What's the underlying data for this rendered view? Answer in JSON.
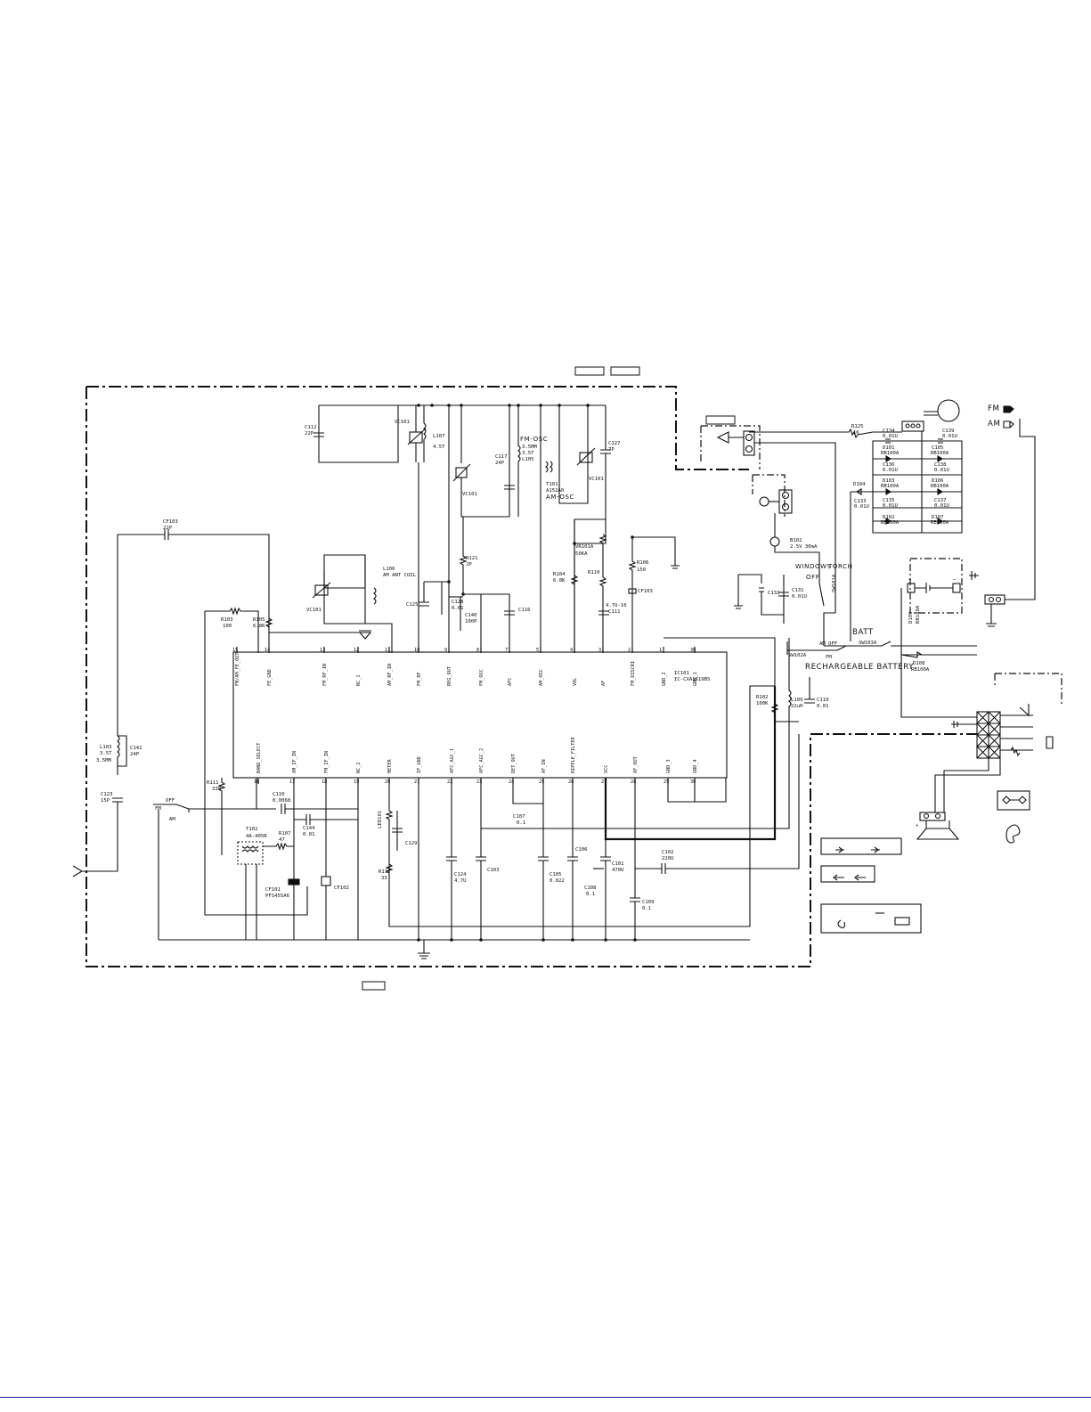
{
  "ic": {
    "name": "IC101",
    "part": "IC-CXA1619BS",
    "pins_top": [
      {
        "n": "15",
        "name": "FM/AM_FE_OUT"
      },
      {
        "n": "14",
        "name": "FE_GND"
      },
      {
        "n": "13",
        "name": "FM_RF_IN"
      },
      {
        "n": "12",
        "name": "NC_1"
      },
      {
        "n": "11",
        "name": "AM_RF_IN"
      },
      {
        "n": "10",
        "name": "FM_RF"
      },
      {
        "n": "9",
        "name": "REG_OUT"
      },
      {
        "n": "8",
        "name": "FM_OSC"
      },
      {
        "n": "7",
        "name": "AFC"
      },
      {
        "n": "5",
        "name": "AM_OSC"
      },
      {
        "n": "4",
        "name": "VOL"
      },
      {
        "n": "3",
        "name": "AF"
      },
      {
        "n": "2",
        "name": "FM_DISCRI"
      },
      {
        "n": "1",
        "name": "GND_2"
      },
      {
        "n": "30",
        "name": "GND_1"
      }
    ],
    "pins_bottom": [
      {
        "n": "16",
        "name": "BAND_SELECT"
      },
      {
        "n": "17",
        "name": "AM_IF_IN"
      },
      {
        "n": "18",
        "name": "FM_IF_IN"
      },
      {
        "n": "19",
        "name": "NC_2"
      },
      {
        "n": "20",
        "name": "METER"
      },
      {
        "n": "21",
        "name": "IF_GND"
      },
      {
        "n": "22",
        "name": "AFC_AGC_1"
      },
      {
        "n": "23",
        "name": "AFC_AGC_2"
      },
      {
        "n": "24",
        "name": "DET_OUT"
      },
      {
        "n": "25",
        "name": "AF_IN"
      },
      {
        "n": "26",
        "name": "RIPPLE_FILTER"
      },
      {
        "n": "27",
        "name": "VCC"
      },
      {
        "n": "28",
        "name": "AF_OUT"
      },
      {
        "n": "29",
        "name": "GND_3"
      },
      {
        "n": "30",
        "name": "GND_4"
      }
    ]
  },
  "labels": {
    "c112": [
      "C112",
      "22P"
    ],
    "vc101a": "VC101",
    "l107": [
      "L107",
      "4.5T"
    ],
    "c117": [
      "C117",
      "24P"
    ],
    "vc101b": "VC101",
    "fmosc": [
      "FM-OSC",
      "3.5MM",
      "3.5T",
      "L105"
    ],
    "t101": [
      "T101",
      "A152A0",
      "AM-OSC"
    ],
    "c127": [
      "C127",
      "7P"
    ],
    "vc101c": "VC101",
    "cf103": [
      "CF103",
      "22P"
    ],
    "l106": [
      "L106",
      "AM ANT COIL"
    ],
    "vc101d": "VC101",
    "r121": [
      "R121",
      "JP"
    ],
    "c125": "C125",
    "c128": [
      "C128",
      "0.01"
    ],
    "c140": [
      "C140",
      "100P"
    ],
    "c116": "C116",
    "vr101": [
      "VR101A",
      "50KA"
    ],
    "r104": [
      "R104",
      "6.8K"
    ],
    "r110": "R110",
    "c111": [
      "4.7U-16",
      "C111"
    ],
    "r106": [
      "R106",
      "150"
    ],
    "cf103b": "CF103",
    "r103": [
      "R103",
      "100"
    ],
    "r105": [
      "R105",
      "6.8K"
    ],
    "r102": [
      "R102",
      "100K"
    ],
    "l109": [
      "L109",
      "22uH"
    ],
    "c119": [
      "C119",
      "0.01"
    ],
    "l103": [
      "L103",
      "3.5T",
      "3.5MM"
    ],
    "c141": [
      "C141",
      "24P"
    ],
    "c123": [
      "C123",
      "15P"
    ],
    "band_sw": {
      "fm": "FM",
      "off": "OFF",
      "am": "AM"
    },
    "r111": [
      "R111",
      "330"
    ],
    "c110": [
      "C110",
      "0.0068"
    ],
    "c144": [
      "C144",
      "0.01"
    ],
    "t102": [
      "T102",
      "4A-405R"
    ],
    "r107": [
      "R107",
      "47"
    ],
    "cf101": [
      "CF101",
      "PFS455A6"
    ],
    "cf102": "CF102",
    "led101": "LED101",
    "c129": "C129",
    "r117": [
      "R117",
      "33"
    ],
    "c124": [
      "C124",
      "4.7U"
    ],
    "c103": "C103",
    "c107": [
      "C107",
      "0.1"
    ],
    "c105": [
      "C105",
      "0.022"
    ],
    "c106": "C106",
    "c101": [
      "C101",
      "470U"
    ],
    "c108": [
      "C108",
      "0.1"
    ],
    "c102": [
      "C102",
      "220U"
    ],
    "c109": [
      "C109",
      "0.1"
    ],
    "r125": [
      "R125",
      "1K"
    ],
    "c134": [
      "C134",
      "0.01U"
    ],
    "c139": [
      "C139",
      "0.01U"
    ],
    "d101": [
      "D101",
      "RB100A"
    ],
    "d105": [
      "C105",
      "RB100A"
    ],
    "c136": [
      "C136",
      "0.01U"
    ],
    "c138": [
      "C138",
      "0.01U"
    ],
    "d103": [
      "D103",
      "RB100A"
    ],
    "d106": [
      "D106",
      "RB100A"
    ],
    "d104": "D104",
    "c133": [
      "C133",
      "0.01U"
    ],
    "c135": [
      "C135",
      "0.01U"
    ],
    "c137": [
      "C137",
      "0.01U"
    ],
    "d102": [
      "D102",
      "RB100A"
    ],
    "d107": [
      "D107",
      "RB100A"
    ],
    "b102": [
      "B102",
      "2.5V 30mA"
    ],
    "c132": "C132",
    "c131": [
      "C131",
      "0.01U"
    ],
    "sw101a": "SW101A",
    "sw103a": "SW103A",
    "sw102a": "SW102A",
    "d108": [
      "D108",
      "RB100A"
    ],
    "d109": [
      "D109",
      "RB100A"
    ]
  },
  "texts": {
    "fm": "FM",
    "am": "AM",
    "windows": "WINDOWS",
    "off": "OFF",
    "torch": "TORCH",
    "batt": "BATT",
    "am_off": "AM  OFF",
    "fm_small": "FM",
    "rechargeable": "RECHARGEABLE  BATTERY"
  },
  "legend": {
    "plus": "+",
    "minus": "−"
  }
}
